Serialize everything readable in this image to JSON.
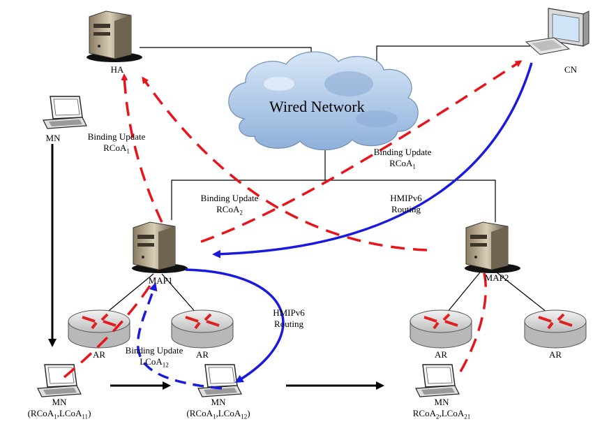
{
  "nodes": {
    "ha": "HA",
    "cn": "CN",
    "mn_top": "MN",
    "map1": "MAP1",
    "map2": "MAP2",
    "ar": "AR"
  },
  "cloud_label": "Wired Network",
  "mn_bottom": [
    {
      "name": "MN",
      "addr": [
        "(RCoA",
        "1",
        ",LCoA",
        "11",
        ")"
      ]
    },
    {
      "name": "MN",
      "addr": [
        "(RCoA",
        "1",
        ",LCoA",
        "12",
        ")"
      ]
    },
    {
      "name": "MN",
      "addr": [
        "RCoA",
        "2",
        ",LCoA",
        "21",
        ""
      ]
    }
  ],
  "annotations": {
    "bu_ha_1": {
      "line1": "Binding Update",
      "line2": "RCoA",
      "sub": "1"
    },
    "bu_cn_1": {
      "line1": "Binding Update",
      "line2": "RCoA",
      "sub": "1"
    },
    "bu_rcoa2": {
      "line1": "Binding Update",
      "line2": "RCoA",
      "sub": "2"
    },
    "hmip_top": {
      "line1": "HMIPv6",
      "line2": "Routing"
    },
    "hmip_bottom": {
      "line1": "HMIPv6",
      "line2": "Routing"
    },
    "bu_lcoa": {
      "line1": "Binding Update",
      "line2": "LCoA",
      "sub": "12"
    }
  },
  "colors": {
    "binding_update": "#e8141c",
    "hmipv6_routing": "#1a1adf",
    "wire": "#000000",
    "cloud_fill": "#a9c4e6",
    "router_arrow": "#e02020"
  }
}
